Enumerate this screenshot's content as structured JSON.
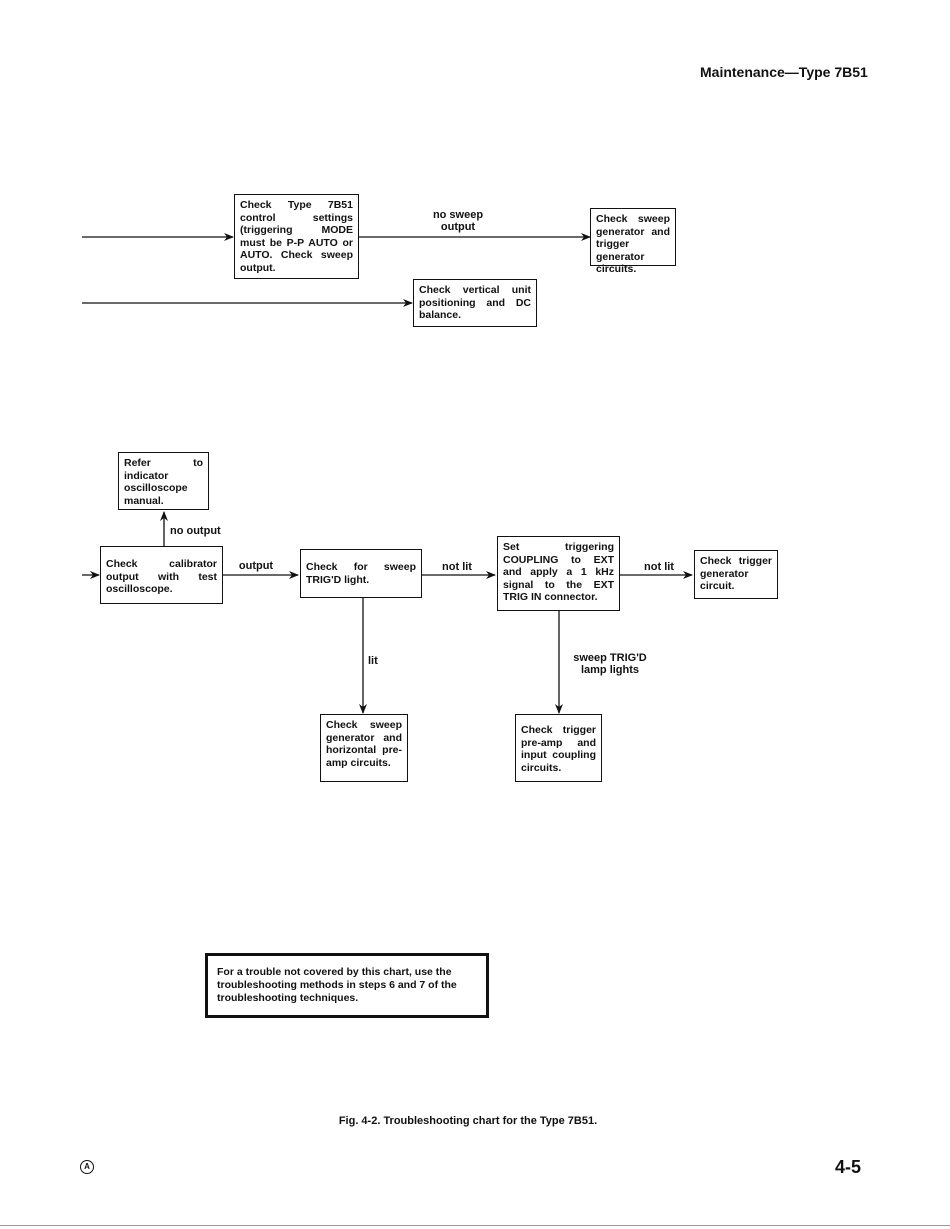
{
  "header": {
    "title": "Maintenance—Type 7B51"
  },
  "diagram": {
    "boxes": {
      "check_control": "Check Type 7B51 control settings (triggering MODE must be P-P AUTO or AUTO. Check sweep output.",
      "check_sweep_gen": "Check sweep generator and trigger generator circuits.",
      "check_vertical": "Check vertical unit positioning and DC balance.",
      "refer_manual": "Refer to indicator oscilloscope manual.",
      "check_calibrator": "Check calibrator output with test oscilloscope.",
      "check_trigd": "Check for sweep TRIG'D light.",
      "set_triggering": "Set triggering COUPLING to EXT and apply a 1 kHz signal to the EXT TRIG IN connector.",
      "check_trigger_gen": "Check trigger generator circuit.",
      "check_sweep_horiz": "Check sweep generator and horizontal pre-amp circuits.",
      "check_trigger_preamp": "Check trigger pre-amp and input coupling circuits."
    },
    "labels": {
      "no_sweep_output": "no sweep output",
      "no_output": "no output",
      "output": "output",
      "not_lit_1": "not lit",
      "not_lit_2": "not lit",
      "lit": "lit",
      "sweep_trigd_lamp": "sweep TRIG'D lamp lights"
    }
  },
  "note": "For a trouble not covered by this chart, use the troubleshooting methods in steps 6 and 7 of the troubleshooting techniques.",
  "caption": "Fig. 4-2. Troubleshooting chart for the Type 7B51.",
  "page_number": "4-5",
  "revision_mark": "A"
}
